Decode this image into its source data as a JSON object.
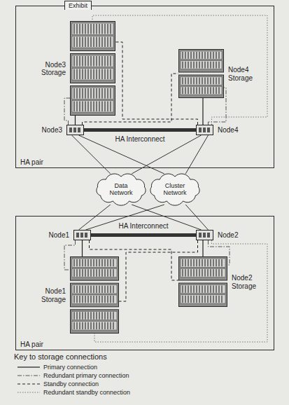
{
  "diagram": {
    "nodes": [
      {
        "text": [
          "HA pair"
        ]
      },
      {
        "text": [
          "Node3 Storage"
        ],
        "in": 0
      },
      {
        "text": [
          "Node4 Storage"
        ],
        "in": 0
      },
      {
        "text": [
          "Node3"
        ],
        "in": 0
      },
      {
        "text": [
          "Node4"
        ],
        "in": 0
      },
      {
        "text": [
          "Data Network"
        ]
      },
      {
        "text": [
          "Cluster Network"
        ]
      },
      {
        "text": [
          "HA pair"
        ]
      },
      {
        "text": [
          "Node1"
        ],
        "in": 7
      },
      {
        "text": [
          "Node2"
        ],
        "in": 7
      },
      {
        "text": [
          "Node1 Storage"
        ],
        "in": 7
      },
      {
        "text": [
          "Node2 Storage"
        ],
        "in": 7
      }
    ],
    "edges": [
      {
        "from": 3,
        "to": 4,
        "label": "HA Interconnect",
        "arrow": "none"
      },
      {
        "from": 3,
        "to": 5,
        "arrow": "none"
      },
      {
        "from": 3,
        "to": 6,
        "arrow": "none"
      },
      {
        "from": 4,
        "to": 5,
        "arrow": "none"
      },
      {
        "from": 4,
        "to": 6,
        "arrow": "none"
      },
      {
        "from": 3,
        "to": 1,
        "arrow": "none"
      },
      {
        "from": 3,
        "to": 1,
        "arrow": "none"
      },
      {
        "from": 4,
        "to": 2,
        "arrow": "none"
      },
      {
        "from": 4,
        "to": 2,
        "arrow": "none"
      },
      {
        "from": 3,
        "to": 2,
        "arrow": "none"
      },
      {
        "from": 4,
        "to": 1,
        "arrow": "none"
      },
      {
        "from": 4,
        "to": 1,
        "arrow": "none"
      },
      {
        "from": 8,
        "to": 9,
        "label": "HA Interconnect",
        "arrow": "none"
      },
      {
        "from": 8,
        "to": 5,
        "arrow": "none"
      },
      {
        "from": 8,
        "to": 6,
        "arrow": "none"
      },
      {
        "from": 9,
        "to": 5,
        "arrow": "none"
      },
      {
        "from": 9,
        "to": 6,
        "arrow": "none"
      },
      {
        "from": 8,
        "to": 10,
        "arrow": "none"
      },
      {
        "from": 8,
        "to": 10,
        "arrow": "none"
      },
      {
        "from": 9,
        "to": 11,
        "arrow": "none"
      },
      {
        "from": 9,
        "to": 11,
        "arrow": "none"
      },
      {
        "from": 8,
        "to": 11,
        "arrow": "none"
      },
      {
        "from": 9,
        "to": 10,
        "arrow": "none"
      },
      {
        "from": 9,
        "to": 10,
        "arrow": "none"
      }
    ],
    "labels": [
      "Exhibit",
      "Key to storage connections"
    ],
    "legend": [
      {
        "text": "Primary connection"
      },
      {
        "text": "Redundant primary connection"
      },
      {
        "text": "Standby connection"
      },
      {
        "text": "Redundant standby connection"
      }
    ]
  }
}
